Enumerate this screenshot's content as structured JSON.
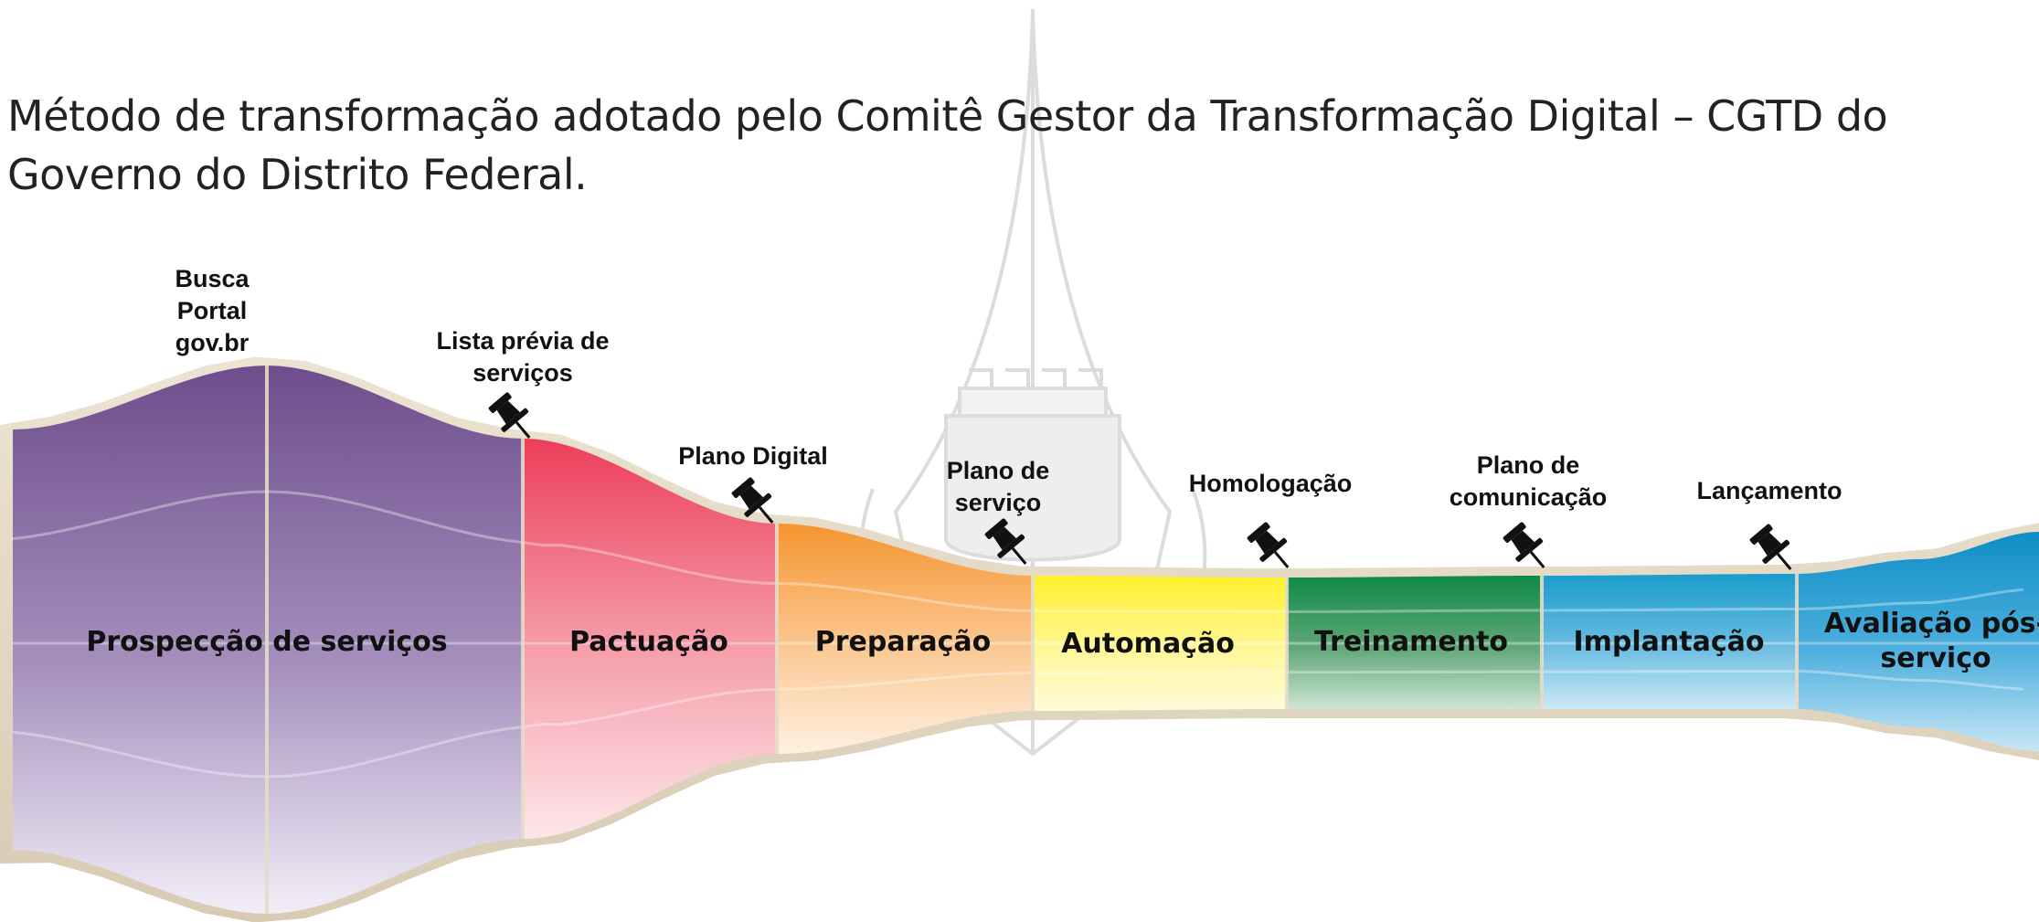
{
  "intro_text": "Método de transformação adotado pelo Comitê Gestor da Transformação Digital – CGTD do Governo do Distrito Federal.",
  "stages": [
    {
      "lines": [
        "Prospecção de serviços"
      ],
      "color": "#6e4d8c"
    },
    {
      "lines": [
        "Pactuação"
      ],
      "color": "#ec3d5a"
    },
    {
      "lines": [
        "Preparação"
      ],
      "color": "#f5952e"
    },
    {
      "lines": [
        "Automação"
      ],
      "color": "#fff02a"
    },
    {
      "lines": [
        "Treinamento"
      ],
      "color": "#0f8a46"
    },
    {
      "lines": [
        "Implantação"
      ],
      "color": "#1a9ccc"
    },
    {
      "lines": [
        "Avaliação pós-",
        "serviço"
      ],
      "color": "#0e8ec6"
    }
  ],
  "milestones": [
    {
      "lines": [
        "Busca",
        "Portal",
        "gov.br"
      ],
      "icon": "none"
    },
    {
      "lines": [
        "Lista prévia de",
        "serviços"
      ],
      "icon": "pushpin-icon"
    },
    {
      "lines": [
        "Plano Digital"
      ],
      "icon": "pushpin-icon"
    },
    {
      "lines": [
        "Plano de",
        "serviço"
      ],
      "icon": "pushpin-icon"
    },
    {
      "lines": [
        "Homologação"
      ],
      "icon": "pushpin-icon"
    },
    {
      "lines": [
        "Plano de",
        "comunicação"
      ],
      "icon": "pushpin-icon"
    },
    {
      "lines": [
        "Lançamento"
      ],
      "icon": "pushpin-icon"
    }
  ]
}
